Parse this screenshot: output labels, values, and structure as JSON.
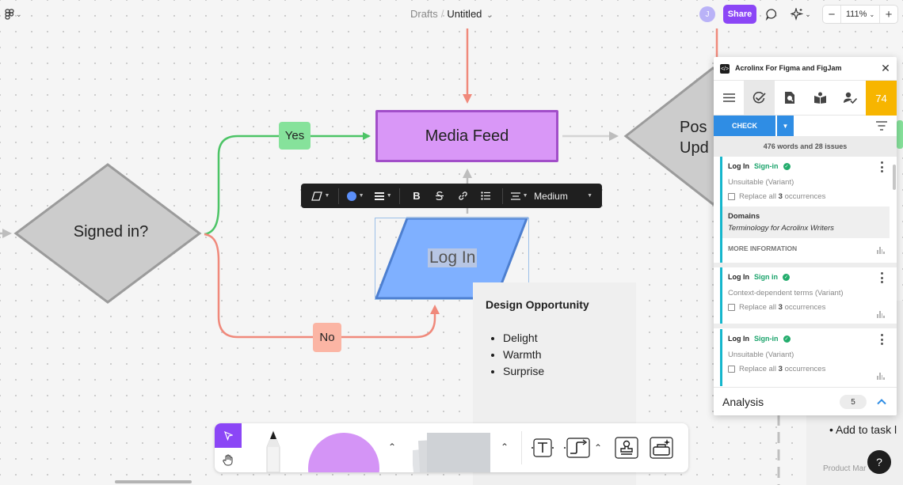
{
  "topbar": {
    "breadcrumb_drafts": "Drafts",
    "breadcrumb_sep": "/",
    "file_title": "Untitled",
    "avatar_initial": "J",
    "share_label": "Share",
    "zoom_level": "111%",
    "zoom_out": "−",
    "zoom_in": "+"
  },
  "canvas": {
    "media_feed": "Media Feed",
    "signed_in": "Signed in?",
    "yes": "Yes",
    "no": "No",
    "login": "Log In",
    "post_line1": "Pos",
    "post_line2": "Upd",
    "colors": {
      "purple_fill": "#d997f7",
      "yes_green": "#86e29b",
      "no_salmon": "#fbb5a4",
      "login_blue": "#7fb0ff",
      "diamond_gray": "#cccccc"
    }
  },
  "text_toolbar": {
    "font_size": "Medium",
    "bold": "B",
    "color": "#5b8ff9"
  },
  "sticky": {
    "title": "Design Opportunity",
    "items": [
      "Delight",
      "Warmth",
      "Surprise"
    ]
  },
  "sticky2": {
    "task": "Add to task l",
    "author": "Product Mar"
  },
  "help_label": "?",
  "panel": {
    "title": "Acrolinx For Figma and FigJam",
    "score": "74",
    "check_label": "CHECK",
    "summary": "476 words and 28 issues",
    "cards": [
      {
        "term": "Log In",
        "suggestion": "Sign-in",
        "desc": "Unsuitable (Variant)",
        "replace_pre": "Replace all ",
        "replace_count": "3",
        "replace_post": " occurrences",
        "domain_heading": "Domains",
        "domain_value": "Terminology for Acrolinx Writers",
        "more": "MORE INFORMATION"
      },
      {
        "term": "Log In",
        "suggestion": "Sign in",
        "desc": "Context-dependent terms (Variant)",
        "replace_pre": "Replace all ",
        "replace_count": "3",
        "replace_post": " occurrences"
      },
      {
        "term": "Log In",
        "suggestion": "Sign-in",
        "desc": "Unsuitable (Variant)",
        "replace_pre": "Replace all ",
        "replace_count": "3",
        "replace_post": " occurrences"
      }
    ],
    "analysis_label": "Analysis",
    "analysis_count": "5",
    "accent": "#15b6cc",
    "check_blue": "#2f8de4",
    "score_color": "#f7b500"
  }
}
